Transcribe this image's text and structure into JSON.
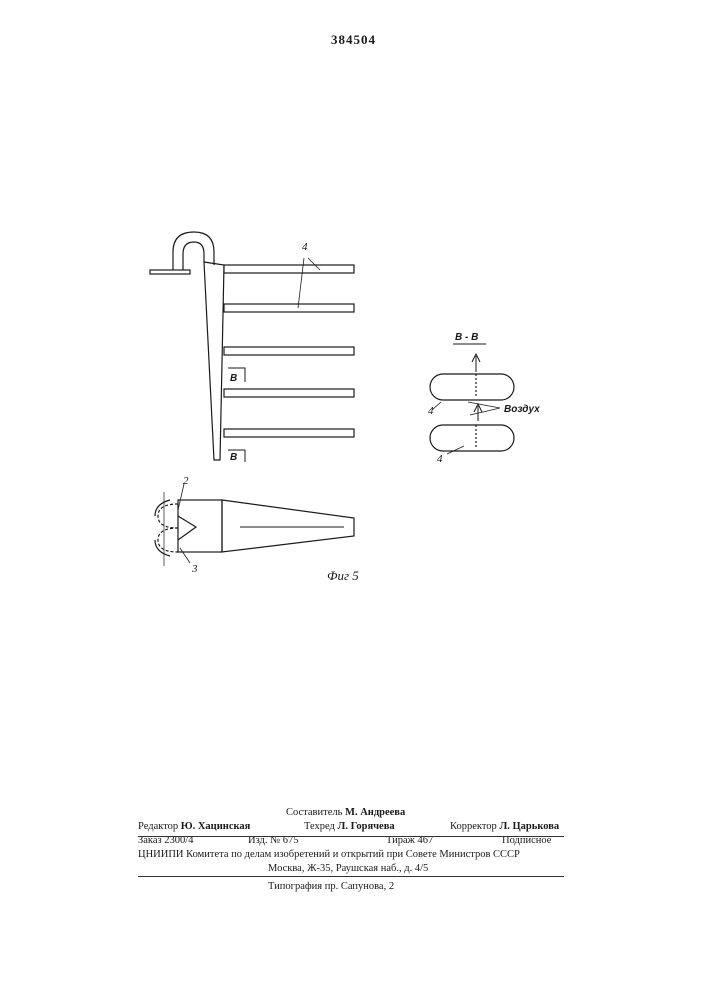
{
  "header": {
    "patent_number": "384504"
  },
  "figure": {
    "caption": "Фиг 5",
    "part_label_4a": "4",
    "part_label_2": "2",
    "part_label_3": "3",
    "section_mark_top": "В",
    "section_mark_bottom": "В",
    "section_title": "В - В",
    "section_label_4a": "4",
    "section_label_4b": "4",
    "air_label": "Воздух"
  },
  "footer": {
    "compiler_prefix": "Составитель",
    "compiler_name": "М. Андреева",
    "editor_prefix": "Редактор",
    "editor_name": "Ю. Хацинская",
    "techred_prefix": "Техред",
    "techred_name": "Л. Горячева",
    "corrector_prefix": "Корректор",
    "corrector_name": "Л. Царькова",
    "order": "Заказ 2300/4",
    "edition": "Изд. № 675",
    "circulation": "Тираж 467",
    "subscription": "Подписное",
    "institute": "ЦНИИПИ Комитета по делам изобретений и открытий при Совете Министров СССР",
    "address": "Москва, Ж-35, Раушская наб., д. 4/5",
    "printing_house": "Типография пр. Сапунова, 2"
  }
}
